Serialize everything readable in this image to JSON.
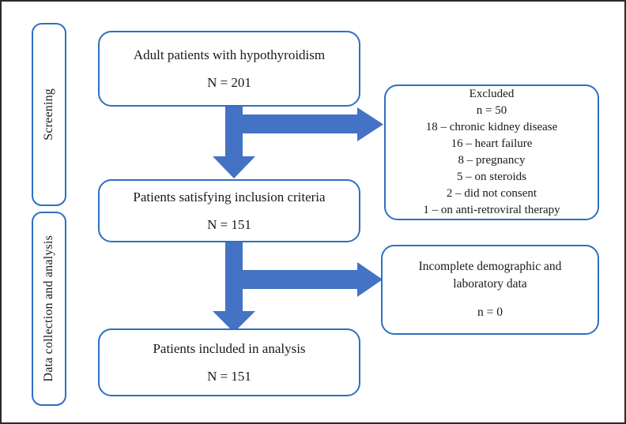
{
  "diagram": {
    "stage_labels": [
      {
        "label": "Screening"
      },
      {
        "label": "Data collection and analysis"
      }
    ],
    "main_boxes": [
      {
        "title": "Adult patients with hypothyroidism",
        "count": "N = 201"
      },
      {
        "title": "Patients satisfying inclusion criteria",
        "count": "N = 151"
      },
      {
        "title": "Patients included in analysis",
        "count": "N = 151"
      }
    ],
    "excluded_box": {
      "lines": [
        "Excluded",
        "n = 50",
        "18 – chronic kidney disease",
        "16 – heart failure",
        "8 – pregnancy",
        "5 – on steroids",
        "2 – did not consent",
        "1 – on anti-retroviral therapy"
      ]
    },
    "incomplete_box": {
      "title": "Incomplete demographic and laboratory data",
      "count": "n = 0"
    },
    "colors": {
      "arrow_fill": "#4472c4",
      "box_border": "#2e6fc3",
      "text": "#1a1a1a",
      "outer_border": "#2b2b2b"
    }
  }
}
